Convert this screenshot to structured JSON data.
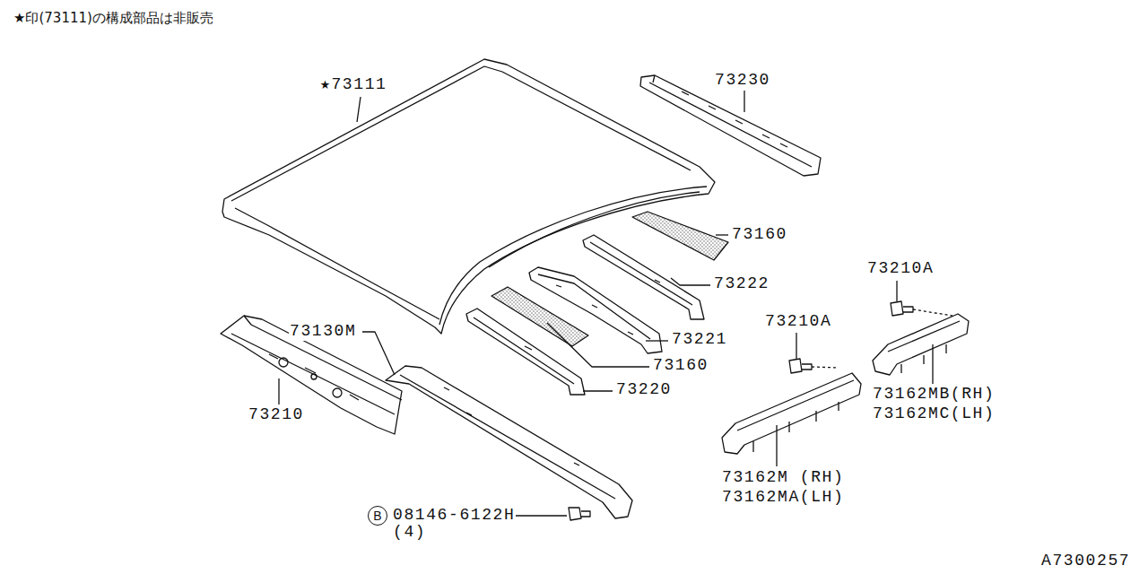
{
  "diagram": {
    "nodes": [
      {
        "text": [
          "B"
        ]
      }
    ],
    "labels": [
      "★印(73111)の構成部品は非販売",
      "★73111",
      "73230",
      "73160",
      "73222",
      "73210A",
      "73210A",
      "73221",
      "73130M",
      "73160",
      "73220",
      "73210",
      "73162MB(RH)",
      "73162MC(LH)",
      "73162M (RH)",
      "73162MA(LH)",
      "08146-6122H",
      "(4)",
      "A7300257"
    ]
  }
}
